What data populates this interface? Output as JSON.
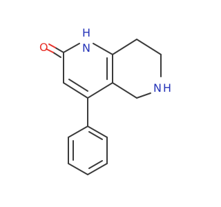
{
  "molecule": {
    "atoms": {
      "n1": "N",
      "n1_h": "H",
      "n6": "N",
      "n6_h": "H",
      "o": "O"
    },
    "colors": {
      "bond": "#3a3a3a",
      "nitrogen": "#2433b8",
      "oxygen": "#e8322b",
      "background": "#ffffff"
    }
  }
}
